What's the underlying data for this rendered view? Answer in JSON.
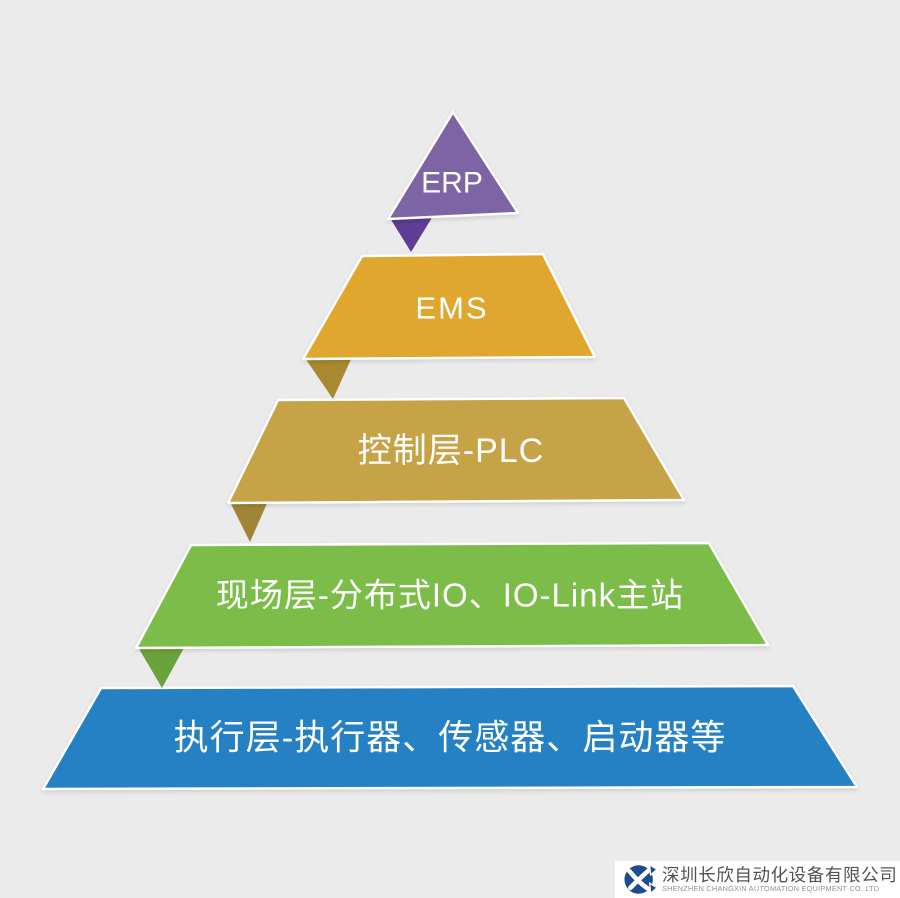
{
  "background_color": "#ebebeb",
  "pyramid": {
    "levels": [
      {
        "id": "erp",
        "label": "ERP",
        "color": "#7c64a5",
        "fold_color": "#5e3d96",
        "text_color": "#ffffff"
      },
      {
        "id": "ems",
        "label": "EMS",
        "color": "#e0a72f",
        "fold_color": "#a8892f",
        "text_color": "#ffffff"
      },
      {
        "id": "plc",
        "label": "控制层-PLC",
        "color": "#c7a348",
        "fold_color": "#a18536",
        "text_color": "#ffffff"
      },
      {
        "id": "field",
        "label": "现场层-分布式IO、IO-Link主站",
        "color": "#7cbc49",
        "fold_color": "#6aa23c",
        "text_color": "#ffffff"
      },
      {
        "id": "exec",
        "label": "执行层-执行器、传感器、启动器等",
        "color": "#2581c4",
        "fold_color": null,
        "text_color": "#ffffff"
      }
    ]
  },
  "footer_logo": {
    "company_name_cn": "深圳长欣自动化设备有限公司",
    "company_name_en": "SHENZHEN CHANGXIN AUTOMATION EQUIPMENT CO. LTD",
    "logo_color": "#1d4b8f",
    "background": "#ffffff"
  }
}
